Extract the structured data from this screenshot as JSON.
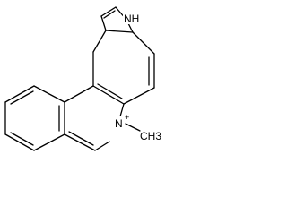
{
  "molecule": {
    "atom_labels": {
      "nh": "NH",
      "n_plus": "N",
      "charge": "+",
      "methyl": "CH3"
    }
  }
}
